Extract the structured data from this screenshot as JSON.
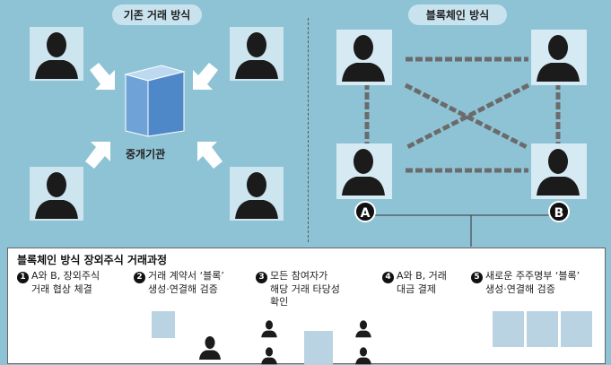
{
  "left": {
    "title": "기존 거래 방식",
    "center_label": "중개기관"
  },
  "right": {
    "title": "블록체인 방식",
    "label_a": "A",
    "label_b": "B"
  },
  "process": {
    "title": "블록체인 방식 장외주식 거래과정",
    "steps": [
      {
        "num": "1",
        "line1": "A와 B, 장외주식",
        "line2": "거래 협상 체결",
        "line3": ""
      },
      {
        "num": "2",
        "line1": "거래 계약서 ‘블록’",
        "line2": "생성·연결해 검증",
        "line3": ""
      },
      {
        "num": "3",
        "line1": "모든 참여자가",
        "line2": "해당 거래 타당성",
        "line3": "확인"
      },
      {
        "num": "4",
        "line1": "A와 B, 거래",
        "line2": "대금 결제",
        "line3": ""
      },
      {
        "num": "5",
        "line1": "새로운 주주명부 ‘블록’",
        "line2": "생성·연결해 검증",
        "line3": ""
      }
    ]
  }
}
